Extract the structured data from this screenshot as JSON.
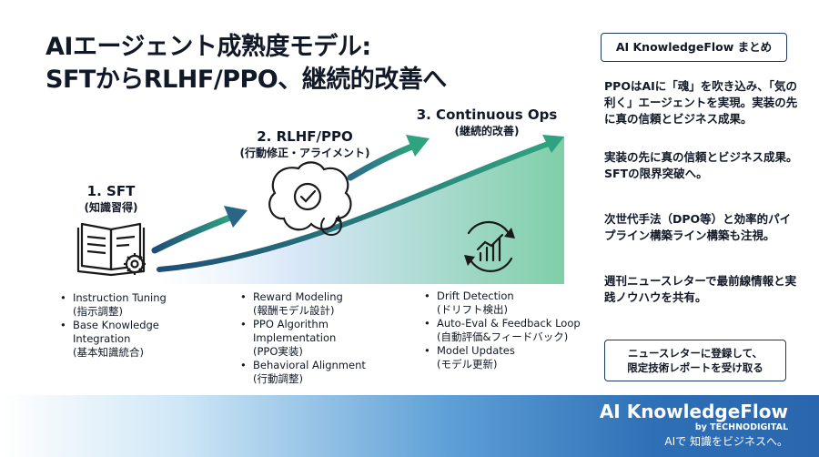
{
  "title": {
    "line1": "AIエージェント成熟度モデル:",
    "line2": "SFTからRLHF/PPO、継続的改善へ"
  },
  "stages": [
    {
      "heading": "1. SFT",
      "sub": "(知識習得)",
      "icon": "open-book-gear-icon",
      "bullets": [
        {
          "en": "Instruction Tuning",
          "ja": "(指示調整)"
        },
        {
          "en": "Base Knowledge Integration",
          "ja": "(基本知識統合)"
        }
      ]
    },
    {
      "heading": "2. RLHF/PPO",
      "sub": "(行動修正・アライメント)",
      "icon": "brain-check-icon",
      "bullets": [
        {
          "en": "Reward Modeling",
          "ja": "(報酬モデル設計)"
        },
        {
          "en": "PPO Algorithm Implementation",
          "ja": "(PPO実装)"
        },
        {
          "en": "Behavioral Alignment",
          "ja": "(行動調整)"
        }
      ]
    },
    {
      "heading": "3. Continuous Ops",
      "sub": "(継続的改善)",
      "icon": "cycle-chart-icon",
      "bullets": [
        {
          "en": "Drift Detection",
          "ja": "(ドリフト検出)"
        },
        {
          "en": "Auto-Eval & Feedback Loop",
          "ja": "(自動評価&フィードバック)"
        },
        {
          "en": "Model Updates",
          "ja": "(モデル更新)"
        }
      ]
    }
  ],
  "sidebar": {
    "title": "AI KnowledgeFlow まとめ",
    "p1": "PPOはAIに「魂」を吹き込み、「気の利く」エージェントを実現。実装の先に真の信頼とビジネス成果。",
    "p2": "実装の先に真の信頼とビジネス成果。SFTの限界突破へ。",
    "p3": "次世代手法（DPO等）と効率的パイプライン構築ライン構築も注視。",
    "p4": "週刊ニュースレターで最前線情報と実践ノウハウを共有。",
    "cta_line1": "ニュースレターに登録して、",
    "cta_line2": "限定技術レポートを受け取る"
  },
  "footer": {
    "brand": "AI KnowledgeFlow",
    "by": "by TECHNODIGITAL",
    "tagline": "AIで 知識をビジネスへ。"
  },
  "colors": {
    "navy": "#1e3a5f",
    "arrow_start": "#1f4e79",
    "arrow_end": "#2fa37f",
    "area_start": "#d6e6f7",
    "area_end": "#7fcfa8"
  }
}
